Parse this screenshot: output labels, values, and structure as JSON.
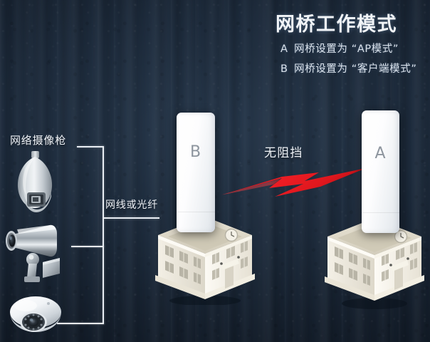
{
  "theme": {
    "background_color": "#1a2533",
    "text_color": "#eef2f7",
    "accent_color": "#e01b22",
    "device_color": "#ffffff",
    "building_color": "#f0ece2"
  },
  "header": {
    "title": "网桥工作模式",
    "bullets": [
      {
        "key": "A",
        "text": "网桥设置为 “AP模式”"
      },
      {
        "key": "B",
        "text": "网桥设置为 “客户端模式”"
      }
    ]
  },
  "labels": {
    "camera_group": "网络摄像枪",
    "cable": "网线或光纤",
    "clear_path": "无阻挡"
  },
  "devices": {
    "bridge_b": {
      "letter": "B"
    },
    "bridge_a": {
      "letter": "A"
    }
  },
  "cameras": [
    {
      "name": "ptz-speed-dome-camera"
    },
    {
      "name": "bullet-camera"
    },
    {
      "name": "dome-camera"
    }
  ],
  "icons": {
    "lightning": "lightning-bolt-icon",
    "clock": "clock-icon"
  }
}
